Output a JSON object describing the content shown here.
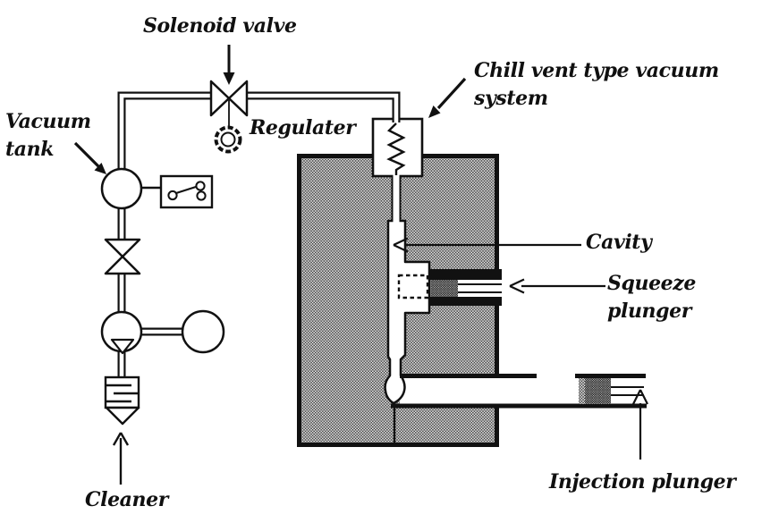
{
  "labels": {
    "solenoid_valve": "Solenoid valve",
    "vacuum_tank": "Vacuum\ntank",
    "regulator": "Regulater",
    "chill_vent": "Chill vent type vacuum system",
    "cavity": "Cavity",
    "squeeze_plunger": "Squeeze plunger",
    "injection_plunger": "Injection plunger",
    "cleaner": "Cleaner"
  },
  "colors": {
    "ink": "#111111",
    "background": "#ffffff",
    "mold_stipple_bg": "#ececec",
    "mold_stipple_dot": "#3f3f3f",
    "plunger_stipple_bg": "#262626",
    "plunger_stipple_dot": "#c6c6c6"
  }
}
